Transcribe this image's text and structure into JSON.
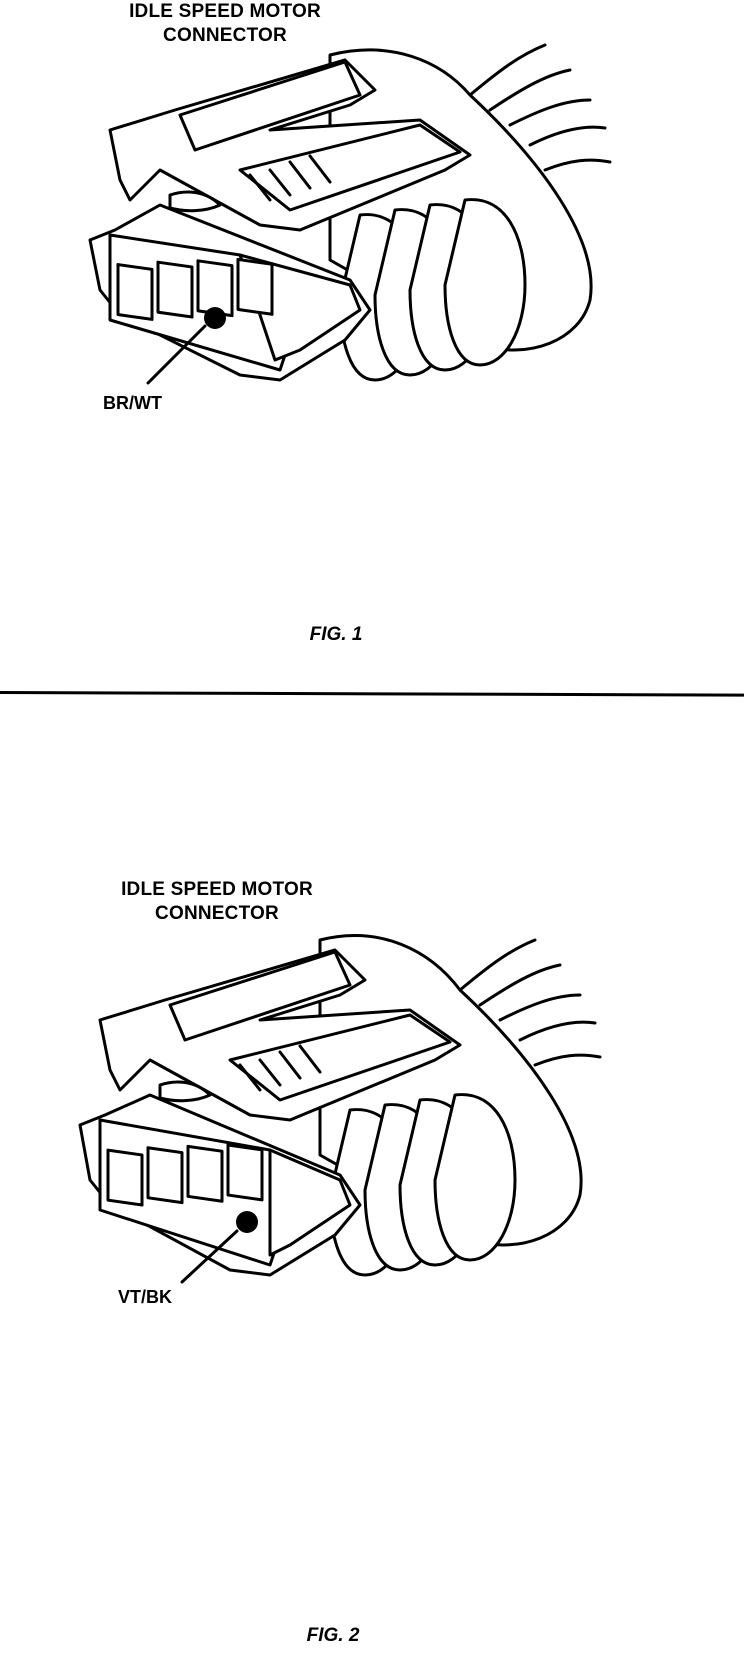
{
  "figures": [
    {
      "title_line1": "IDLE SPEED MOTOR",
      "title_line2": "CONNECTOR",
      "pin_label": "BR/WT",
      "highlighted_cavity": 3,
      "caption": "FIG. 1"
    },
    {
      "title_line1": "IDLE SPEED MOTOR",
      "title_line2": "CONNECTOR",
      "pin_label": "VT/BK",
      "highlighted_cavity": 4,
      "caption": "FIG. 2"
    }
  ],
  "colors": {
    "ink": "#000000",
    "paper": "#ffffff"
  }
}
